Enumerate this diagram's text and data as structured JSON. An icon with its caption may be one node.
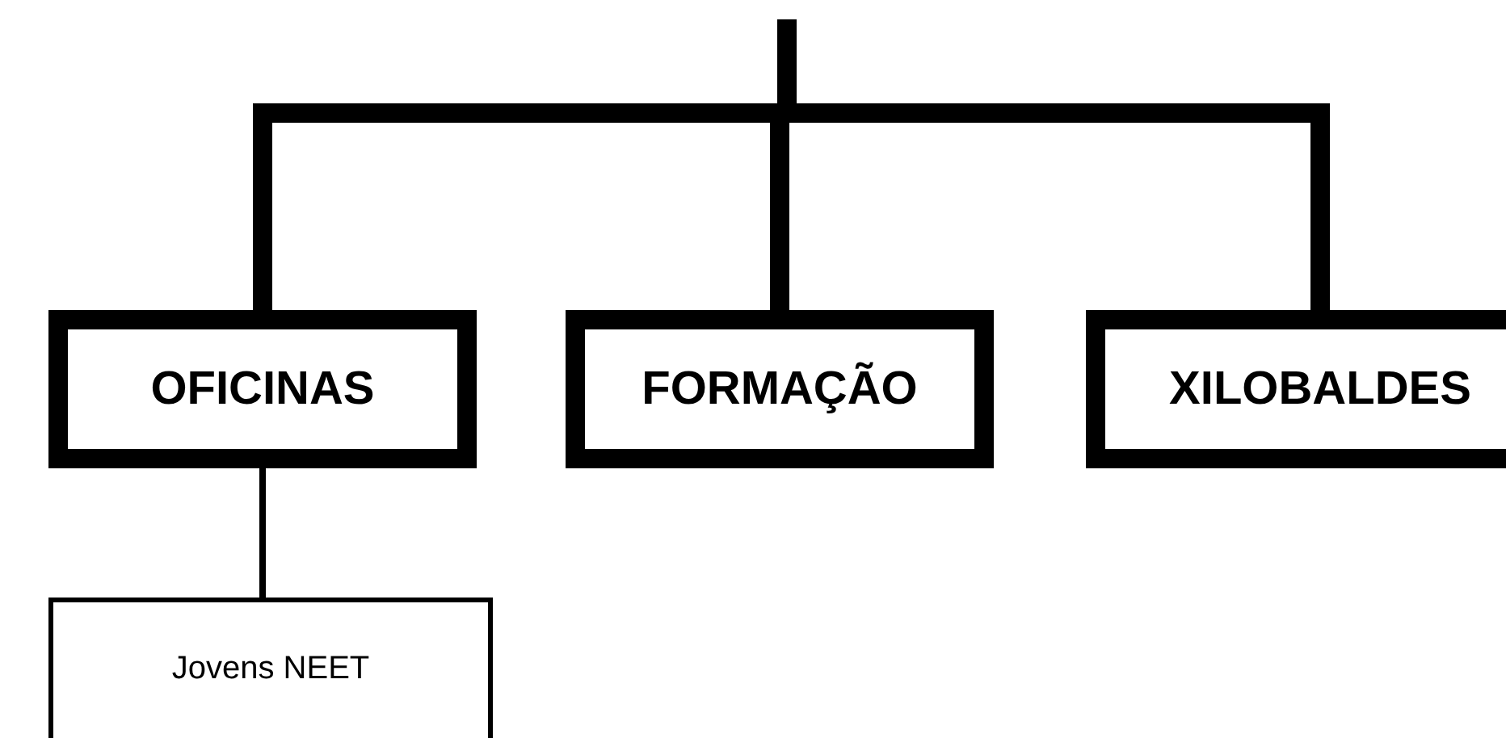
{
  "diagram": {
    "nodes": [
      {
        "text": [
          "OFICINAS"
        ]
      },
      {
        "text": [
          "FORMAÇÃO"
        ]
      },
      {
        "text": [
          "XILOBALDES"
        ]
      },
      {
        "text": [
          "Jovens NEET"
        ]
      }
    ],
    "edges": [
      {
        "from": null,
        "to": 0,
        "arrow": "none"
      },
      {
        "from": null,
        "to": 1,
        "arrow": "none"
      },
      {
        "from": null,
        "to": 2,
        "arrow": "none"
      },
      {
        "from": 0,
        "to": 3,
        "arrow": "none"
      }
    ]
  }
}
